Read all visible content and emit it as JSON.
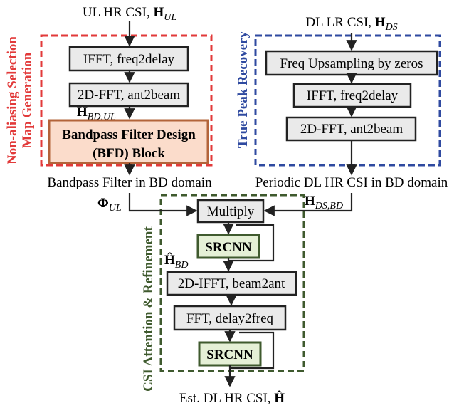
{
  "colors": {
    "red_group": "#e23a3a",
    "blue_group": "#2f4aa0",
    "green_group": "#3f5a2e",
    "block_fill": "#eaeaea",
    "bfd_fill": "#fbdccb",
    "srcnn_fill": "#e5f0d6"
  },
  "inputs": {
    "ul_prefix": "UL HR CSI, ",
    "ul_symbol": "H",
    "ul_sub": "UL",
    "dl_prefix": "DL LR CSI, ",
    "dl_symbol": "H",
    "dl_sub": "DS"
  },
  "left_group": {
    "title_line1": "Non-aliasing Selection",
    "title_line2": "Map Generation",
    "block_ifft": "IFFT, freq2delay",
    "block_fft2d": "2D-FFT, ant2beam",
    "signal_symbol": "H",
    "signal_sub": "BD,UL",
    "bfd_line1": "Bandpass Filter Design",
    "bfd_line2": "(BFD) Block",
    "output_label": "Bandpass Filter in BD domain"
  },
  "right_group": {
    "title": "True Peak Recovery",
    "block_upsample": "Freq Upsampling by zeros",
    "block_ifft": "IFFT, freq2delay",
    "block_fft2d": "2D-FFT, ant2beam",
    "output_label": "Periodic DL HR CSI in BD domain"
  },
  "bottom_group": {
    "title": "CSI Attention & Refinement",
    "phi_symbol": "Φ",
    "phi_sub": "UL",
    "hds_symbol": "H",
    "hds_sub": "DS,BD",
    "block_multiply": "Multiply",
    "block_srcnn1": "SRCNN",
    "hhat_symbol": "Ĥ",
    "hhat_sub": "BD",
    "block_ifft2d": "2D-IFFT, beam2ant",
    "block_fft": "FFT, delay2freq",
    "block_srcnn2": "SRCNN"
  },
  "output": {
    "prefix": "Est. DL HR CSI, ",
    "symbol": "Ĥ"
  }
}
